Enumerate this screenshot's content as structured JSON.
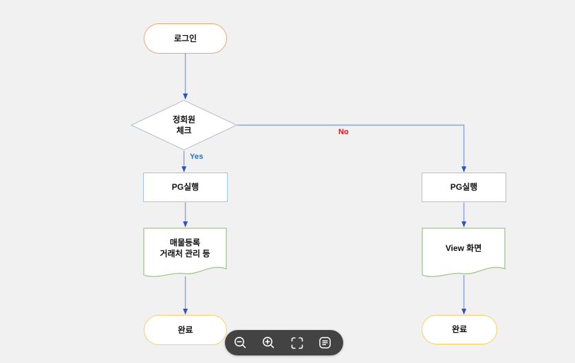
{
  "canvas": {
    "background": "#f1f1f2"
  },
  "flowchart": {
    "nodes": {
      "login": {
        "label": "로그인",
        "shape": "terminator",
        "border_color": "#f0a26c"
      },
      "decision": {
        "line1": "정회원",
        "line2": "체크",
        "shape": "decision",
        "border_color": "#bcc2cd"
      },
      "pg_left": {
        "label": "PG실행",
        "shape": "process",
        "border_color": "#9dc3e6"
      },
      "doc_left": {
        "line1": "매물등록",
        "line2": "거래처 관리 등",
        "shape": "document",
        "border_color": "#a2c489"
      },
      "done_left": {
        "label": "완료",
        "shape": "terminator",
        "border_color": "#f6d05c"
      },
      "pg_right": {
        "label": "PG실행",
        "shape": "process",
        "border_color": "#9dc3e6"
      },
      "doc_right": {
        "label": "View 화면",
        "shape": "document",
        "border_color": "#a2c489"
      },
      "done_right": {
        "label": "완료",
        "shape": "terminator",
        "border_color": "#f6d05c"
      }
    },
    "edge_labels": {
      "yes": {
        "text": "Yes",
        "color": "#1f6fd1"
      },
      "no": {
        "text": "No",
        "color": "#ff0000"
      }
    },
    "connector_color": "#8ba3de",
    "arrowhead_color": "#2b53c5"
  },
  "toolbar": {
    "background": "#434343",
    "icon_color": "#ffffff",
    "buttons": [
      {
        "name": "zoom-out"
      },
      {
        "name": "zoom-in"
      },
      {
        "name": "fit-to-screen"
      },
      {
        "name": "notes"
      }
    ]
  }
}
